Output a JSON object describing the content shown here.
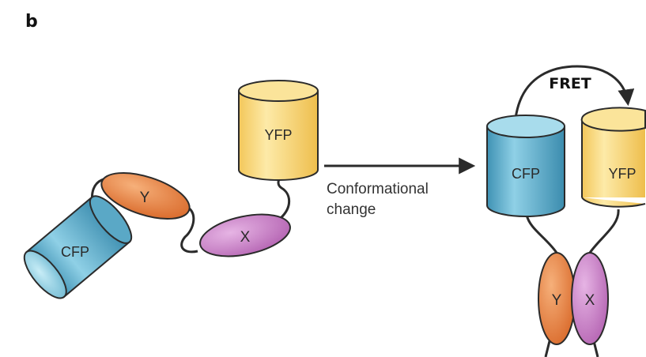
{
  "panel_label": "b",
  "left_state": {
    "donor_label": "CFP",
    "acceptor_label": "YFP",
    "domain_y_label": "Y",
    "domain_x_label": "X"
  },
  "arrow_caption": {
    "line1": "Conformational",
    "line2": "change"
  },
  "right_state": {
    "fret_label": "FRET",
    "donor_label": "CFP",
    "acceptor_label": "YFP",
    "domain_y_label": "Y",
    "domain_x_label": "X"
  },
  "colors": {
    "cfp": "#5aaecb",
    "yfp": "#f7d676",
    "domain_y": "#e8823a",
    "domain_x": "#c77cc5",
    "outline": "#2b2b2b"
  }
}
